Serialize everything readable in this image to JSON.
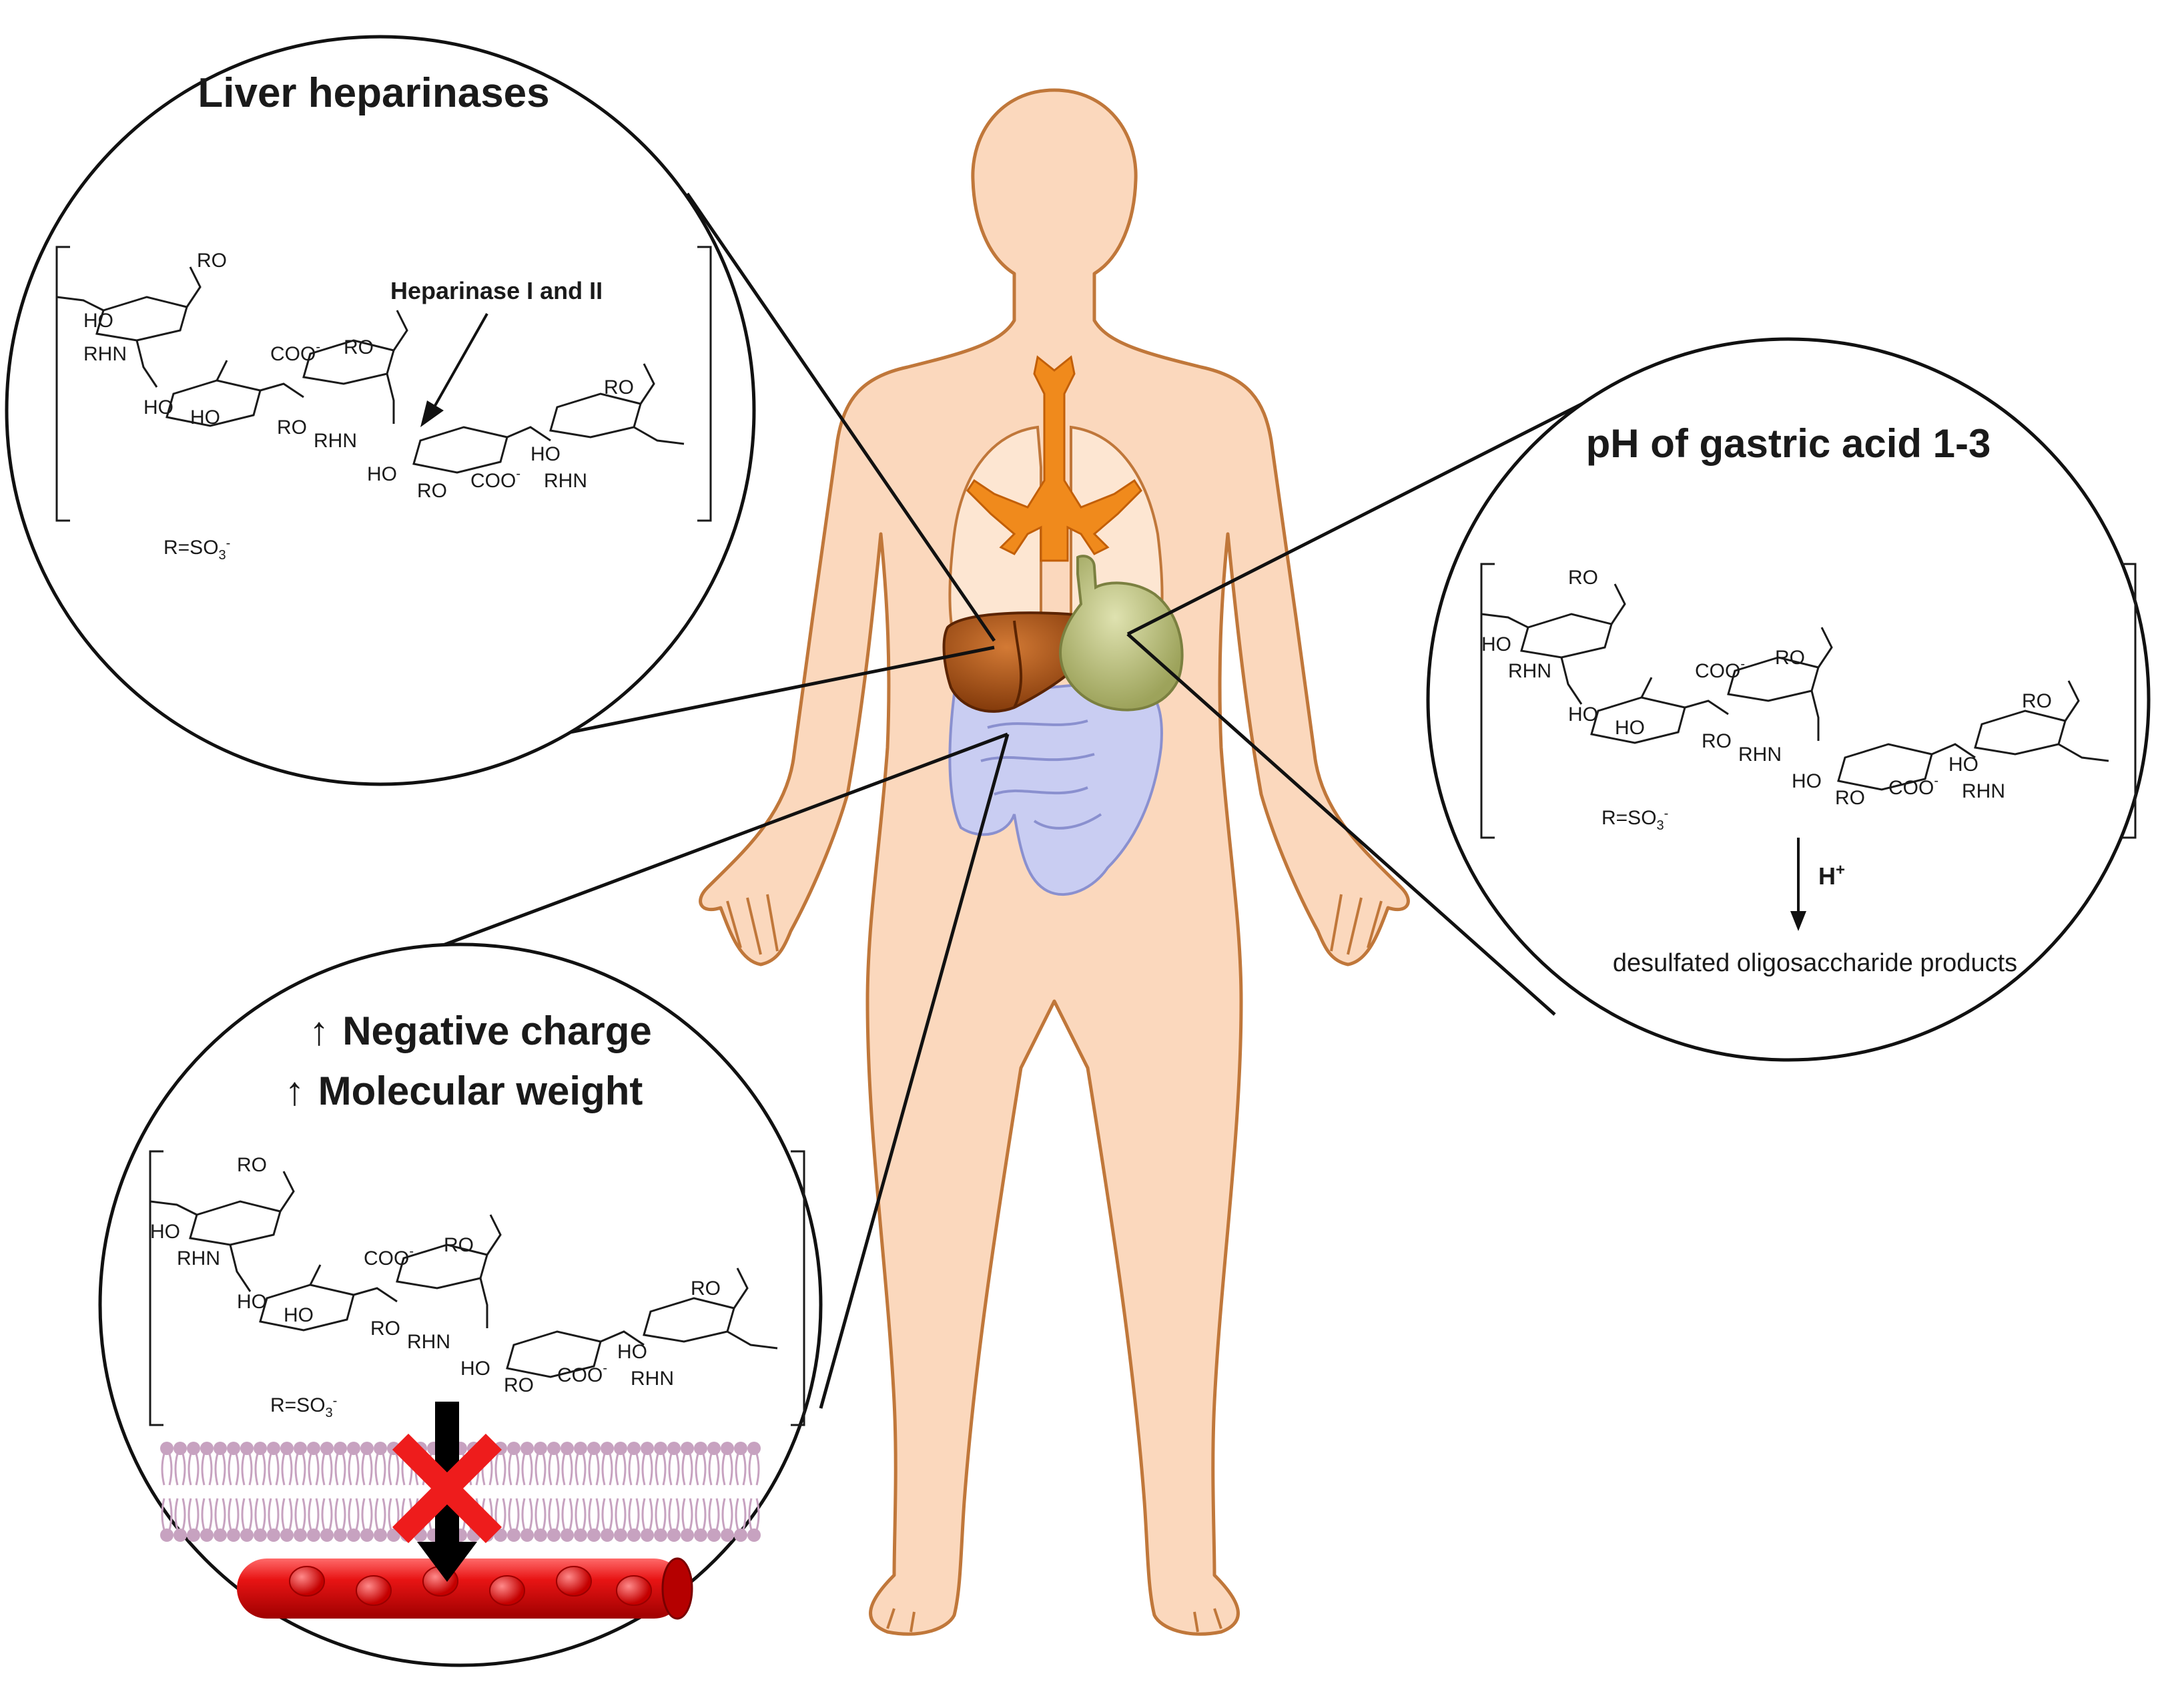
{
  "panels": {
    "liver": {
      "title": "Liver heparinases",
      "enzyme_label": "Heparinase I and II"
    },
    "gastric": {
      "title": "pH of gastric acid 1-3",
      "acid_label": "H",
      "acid_charge": "+",
      "product_label": "desulfated oligosaccharide products"
    },
    "absorption": {
      "line1_arrow": "↑",
      "line1_text": "Negative charge",
      "line2_arrow": "↑",
      "line2_text": "Molecular weight"
    }
  },
  "chem_labels": {
    "ro": "RO",
    "ho": "HO",
    "o": "O",
    "rhn": "RHN",
    "coo": "COO",
    "minus": "-",
    "r_prefix": "R=SO",
    "r_sub": "3",
    "r_sup": "-"
  },
  "icons": {
    "body": "human-body-silhouette",
    "lungs": "lungs-icon",
    "liver": "liver-icon",
    "stomach": "stomach-icon",
    "intestine": "intestine-icon",
    "membrane": "lipid-bilayer",
    "vessel": "blood-vessel",
    "block": "red-x-block-icon"
  },
  "colors": {
    "skin": "#fbd8bd",
    "skin_outline": "#c0773a",
    "trachea": "#f08a1c",
    "liver": "#a85218",
    "stomach": "#b7bd7a",
    "intestine": "#c9cdf2",
    "membrane": "#c7a2c0",
    "vessel": "#d61010",
    "cross": "#ee1c1c"
  }
}
